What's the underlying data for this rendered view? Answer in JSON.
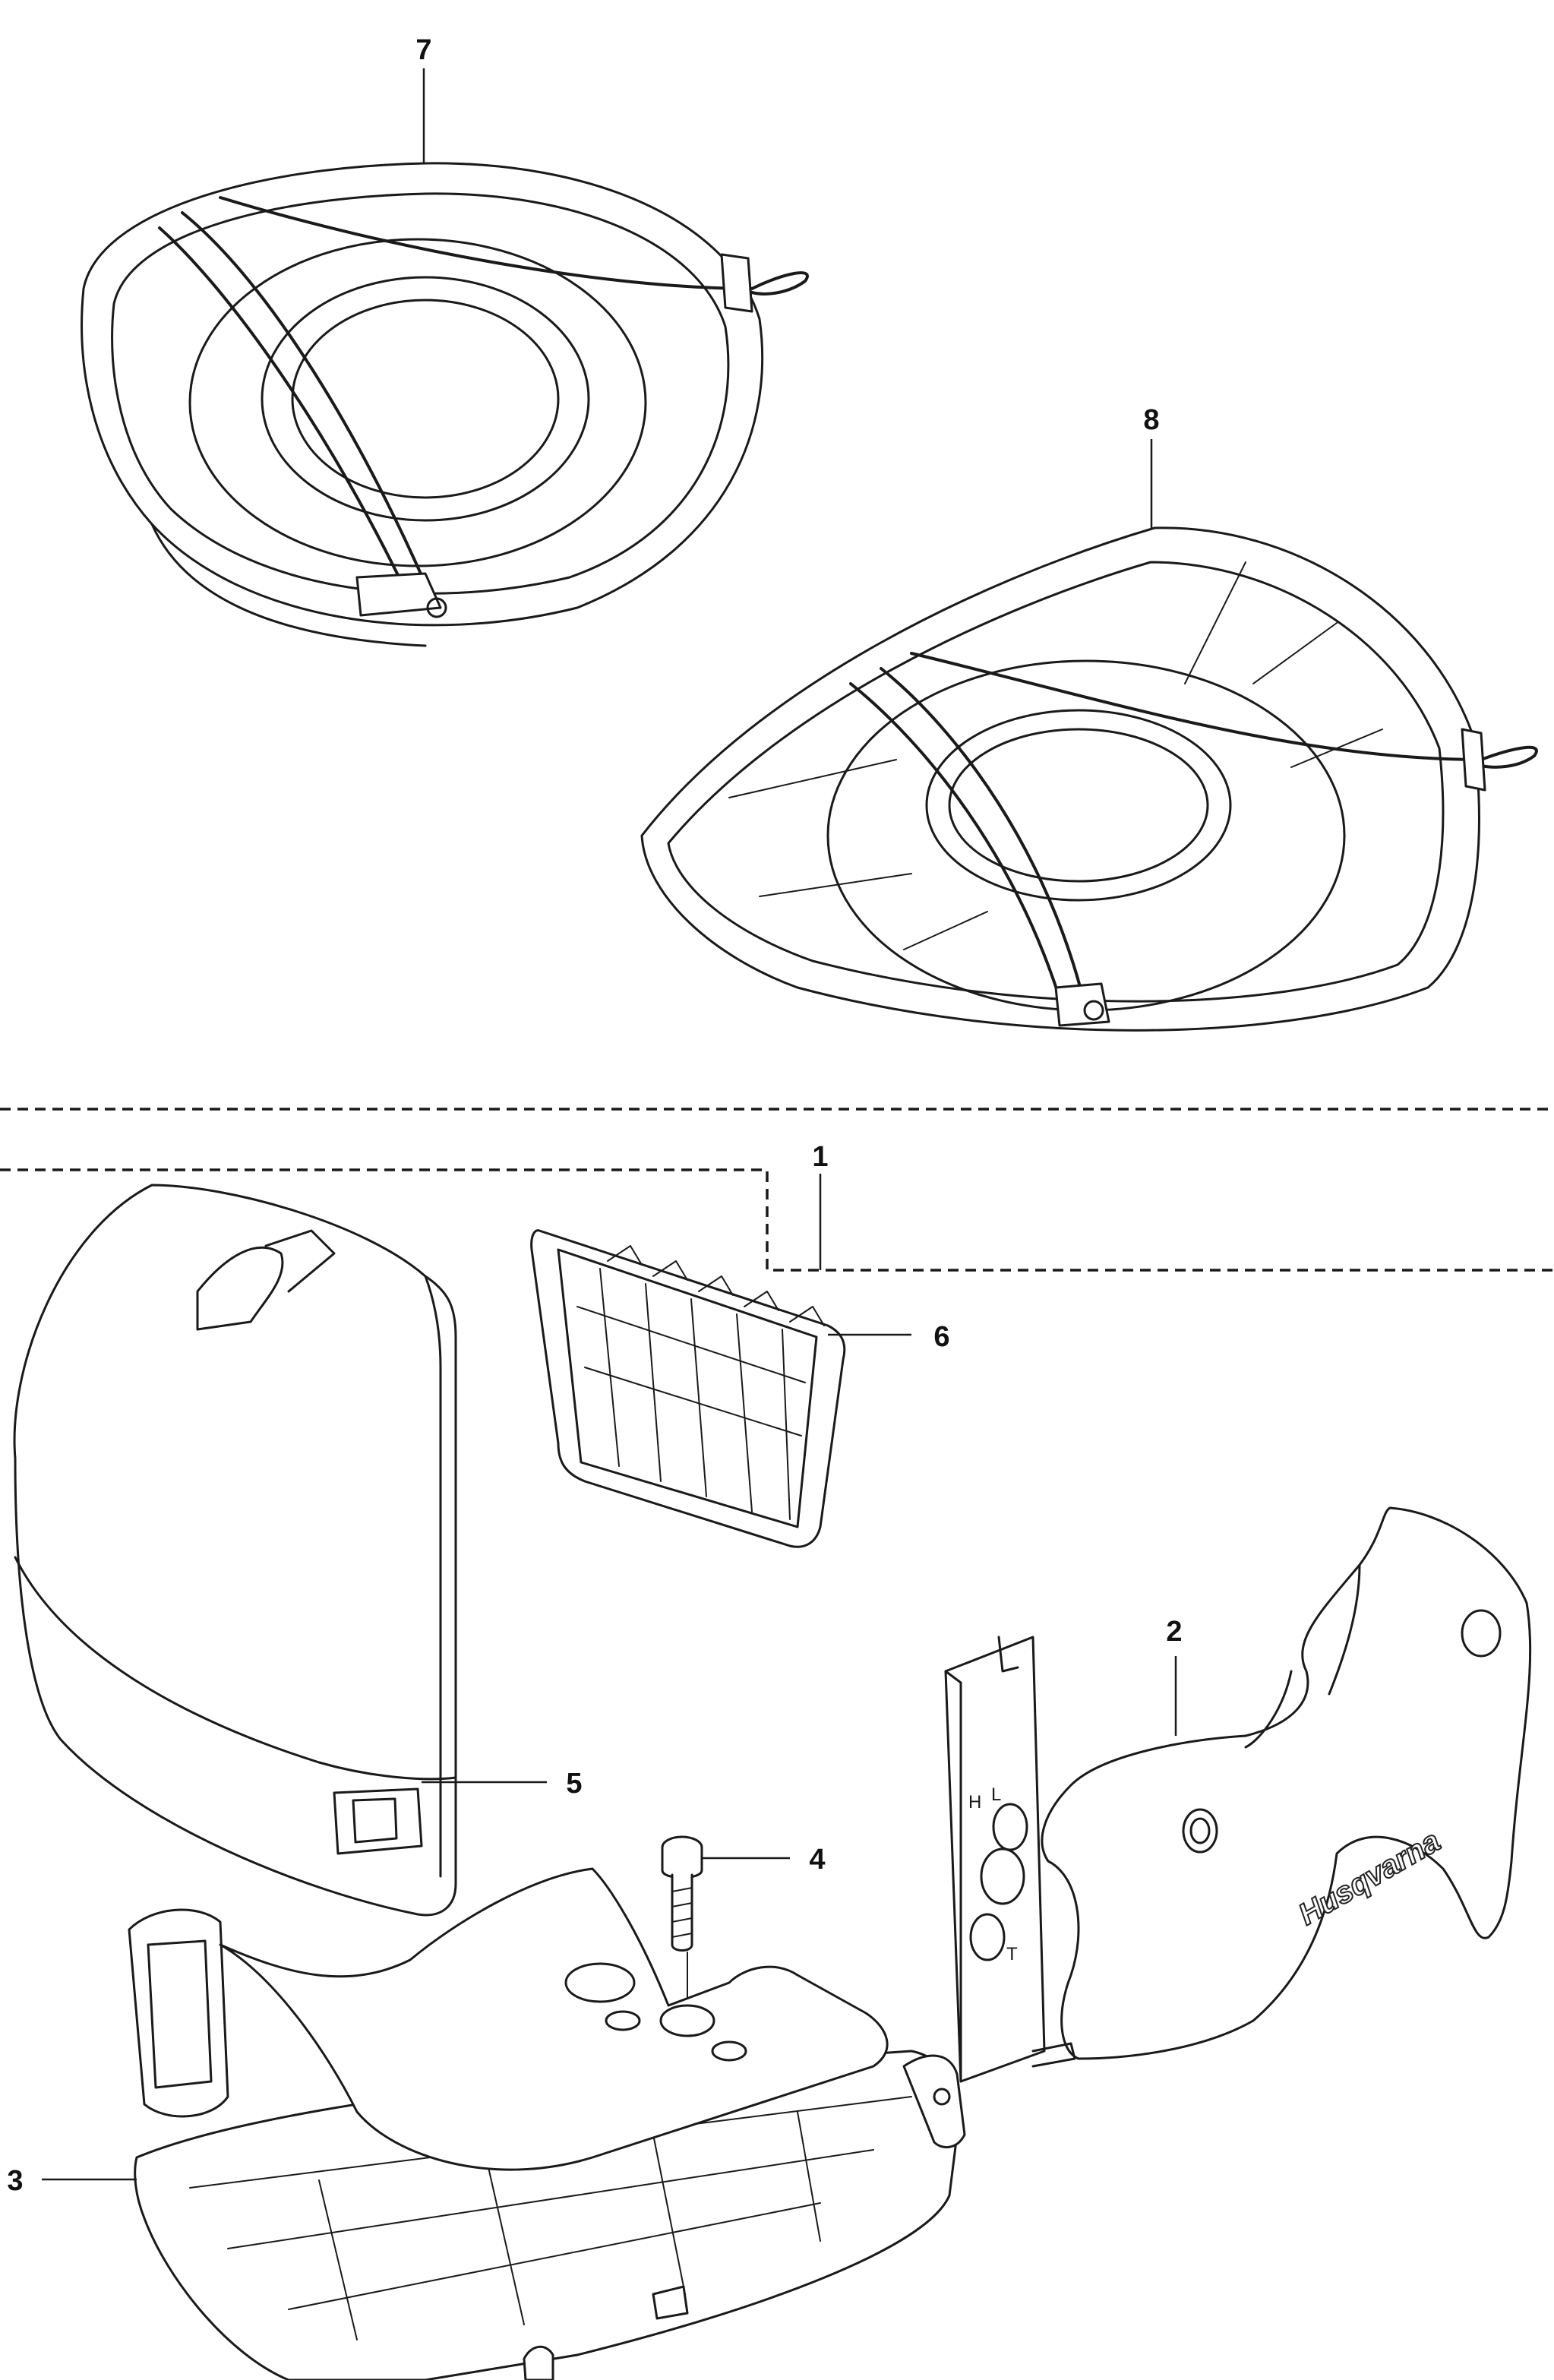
{
  "callouts": {
    "c1": "1",
    "c2": "2",
    "c3": "3",
    "c4": "4",
    "c5": "5",
    "c6": "6",
    "c7": "7",
    "c8": "8"
  },
  "brand_logo": "Husqvarna",
  "valve_markings": {
    "h": "H",
    "l": "L",
    "t": "T"
  },
  "line_color": "#1a1a1a",
  "background_color": "#ffffff"
}
